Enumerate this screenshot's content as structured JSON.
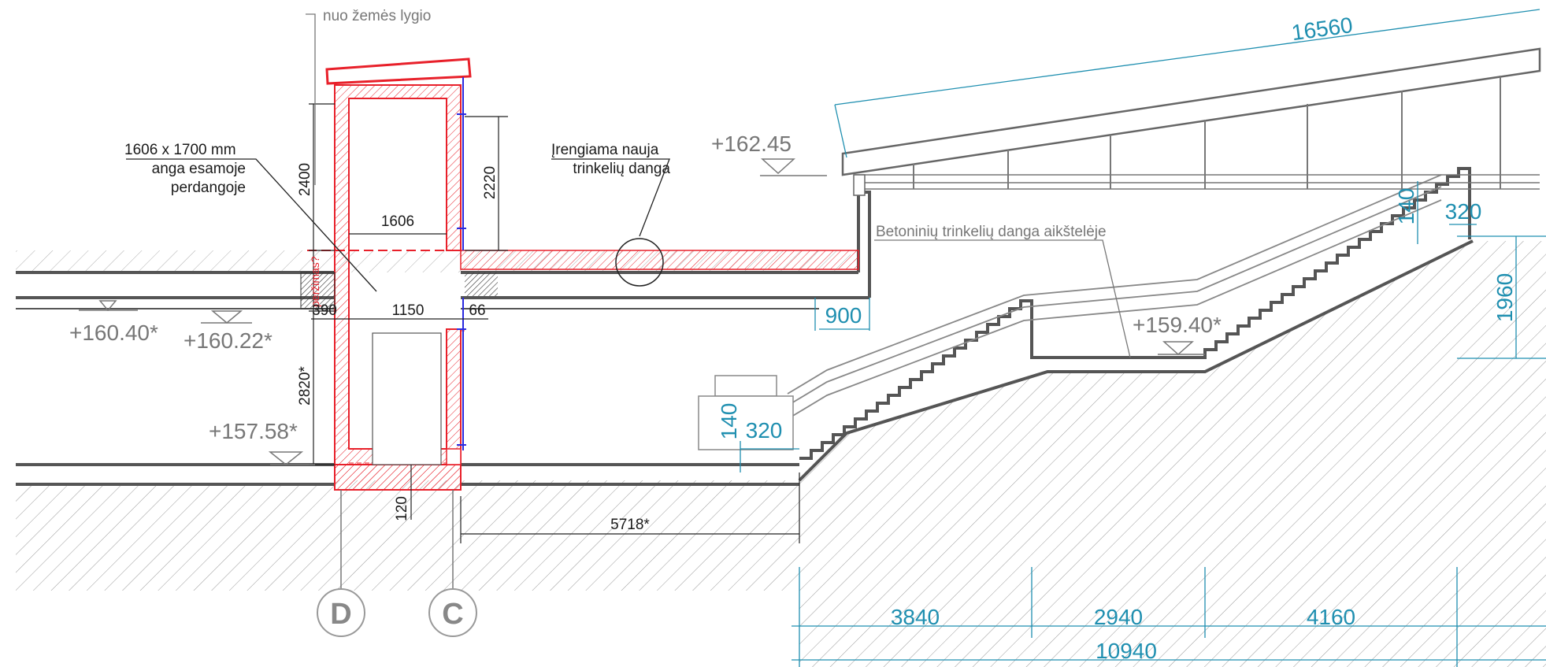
{
  "labels": {
    "ground_level_note": "nuo žemės lygio",
    "opening_line1": "1606 x 1700 mm",
    "opening_line2": "anga esamoje",
    "opening_line3": "perdangoje",
    "new_paving_line1": "Įrengiama nauja",
    "new_paving_line2": "trinkelių danga",
    "concrete_paving": "Betoninių trinkelių danga aikštelėje",
    "red_note": "peržimas?"
  },
  "elevations": {
    "e162_45": "+162.45",
    "e160_40": "+160.40*",
    "e160_22": "+160.22*",
    "e157_58": "+157.58*",
    "e159_40": "+159.40*"
  },
  "dimensions": {
    "d16560": "16560",
    "d2400": "2400",
    "d2220": "2220",
    "d1606": "1606",
    "d390": "390",
    "d1150": "1150",
    "d66": "66",
    "d900": "900",
    "d2820": "2820*",
    "d120": "120",
    "d5718": "5718*",
    "d140_top": "140",
    "d320_top": "320",
    "d1960": "1960",
    "d140_bottom": "140",
    "d320_bottom": "320",
    "d3840": "3840",
    "d2940": "2940",
    "d4160": "4160",
    "d10940": "10940"
  },
  "axes": {
    "axis_d": "D",
    "axis_c": "C"
  },
  "colors": {
    "structure": "#555555",
    "dimension_blue": "#1f8fb0",
    "new_construction_red": "#e8202a",
    "window_blue": "#2a2adf",
    "annotation_gray": "#777777"
  }
}
